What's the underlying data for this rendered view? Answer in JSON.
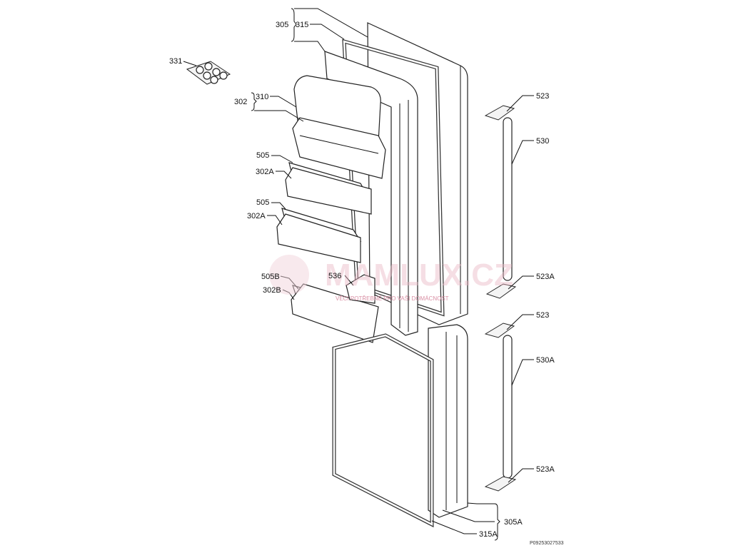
{
  "watermark": {
    "brand": "MAMLUX.CZ",
    "tagline": "VĚCI POTŘEBNÉ PRO VAŠI DOMÁCNOST"
  },
  "labels": {
    "l305": "305",
    "l315": "315",
    "l331": "331",
    "l302": "302",
    "l310": "310",
    "l505a": "505",
    "l302a1": "302A",
    "l505b": "505",
    "l302a2": "302A",
    "l536": "536",
    "l505B": "505B",
    "l302B": "302B",
    "l523a": "523",
    "l530": "530",
    "l523A1": "523A",
    "l523b": "523",
    "l530A": "530A",
    "l523A2": "523A",
    "l305A": "305A",
    "l315A": "315A"
  },
  "drawing_code": "P09253027533"
}
